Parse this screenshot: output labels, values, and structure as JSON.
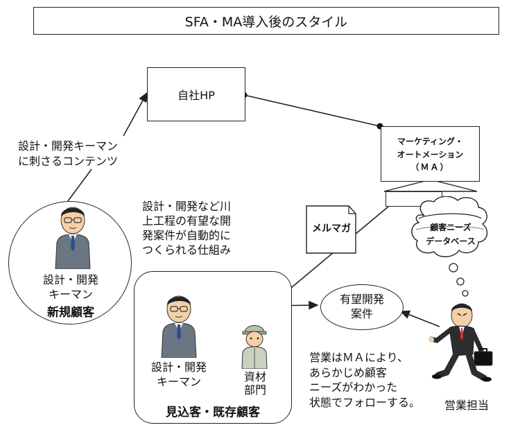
{
  "title": "SFA・MA導入後のスタイル",
  "company_hp": "自社HP",
  "ma_box": {
    "line1": "マーケティング・",
    "line2": "オートメーション",
    "line3": "（ＭＡ）"
  },
  "database": {
    "line1": "顧客ニーズ",
    "line2": "データベース"
  },
  "mail_magazine": "メルマガ",
  "contents_label": "設計・開発キーマン\nに刺さるコンテンツ",
  "mechanism_text": "設計・開発など川\n上工程の有望な開\n発案件が自動的に\nつくられる仕組み",
  "new_customer": {
    "person_label": "設計・開発\nキーマン",
    "group_label": "新規顧客"
  },
  "existing_customer": {
    "person_label": "設計・開発\nキーマン",
    "materials_label": "資材\n部門",
    "group_label": "見込客・既存顧客"
  },
  "opportunity": "有望開発\n案件",
  "sales_text": "営業はＭＡにより、\nあらかじめ顧客\nニーズがわかった\n状態でフォローする。",
  "sales_rep": "営業担当"
}
